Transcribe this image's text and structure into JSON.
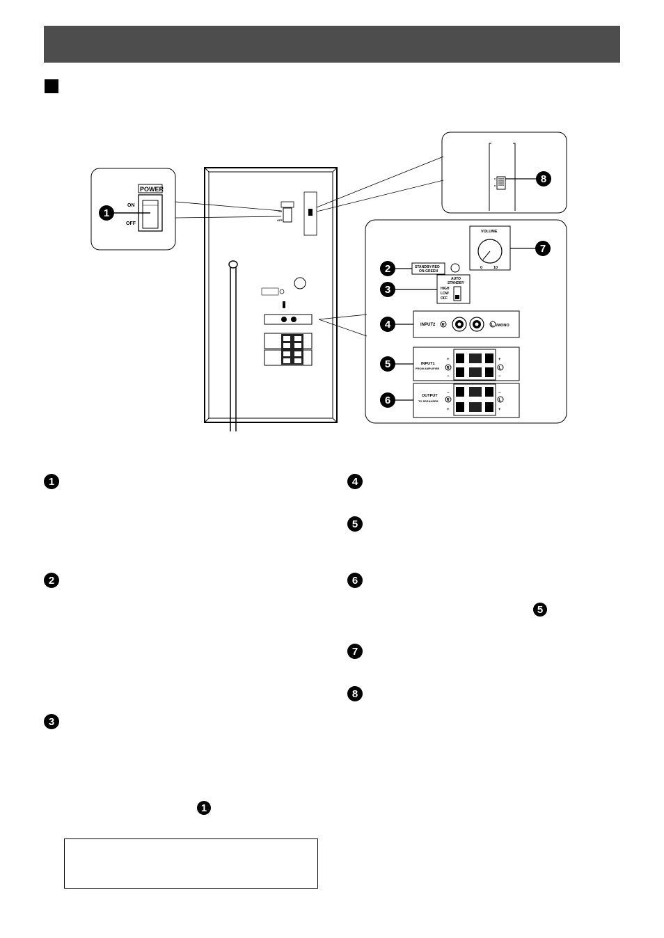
{
  "power_panel": {
    "title": "POWER",
    "on": "ON",
    "off": "OFF"
  },
  "indicator": {
    "line1": "STANDBY-RED",
    "line2": "ON-GREEN"
  },
  "auto_standby": {
    "line1": "AUTO",
    "line2": "STANDBY",
    "options": [
      "HIGH",
      "LOW",
      "OFF"
    ]
  },
  "volume": {
    "title": "VOLUME",
    "min": "0",
    "max": "10"
  },
  "input2": {
    "label": "INPUT2",
    "right": "R",
    "left": "L",
    "mono": "/MONO"
  },
  "input1": {
    "label": "INPUT1",
    "sub": "FROM AMPLIFIER",
    "right": "R",
    "left": "L"
  },
  "output": {
    "label": "OUTPUT",
    "sub": "TO SPEAKERS",
    "right": "R",
    "left": "L"
  },
  "callouts": [
    "1",
    "2",
    "3",
    "4",
    "5",
    "6",
    "7",
    "8"
  ],
  "sections": {
    "left": [
      {
        "num": "1"
      },
      {
        "num": "2"
      },
      {
        "num": "3",
        "ref": "1"
      }
    ],
    "right": [
      {
        "num": "4"
      },
      {
        "num": "5"
      },
      {
        "num": "6",
        "ref": "5"
      },
      {
        "num": "7"
      },
      {
        "num": "8"
      }
    ]
  }
}
